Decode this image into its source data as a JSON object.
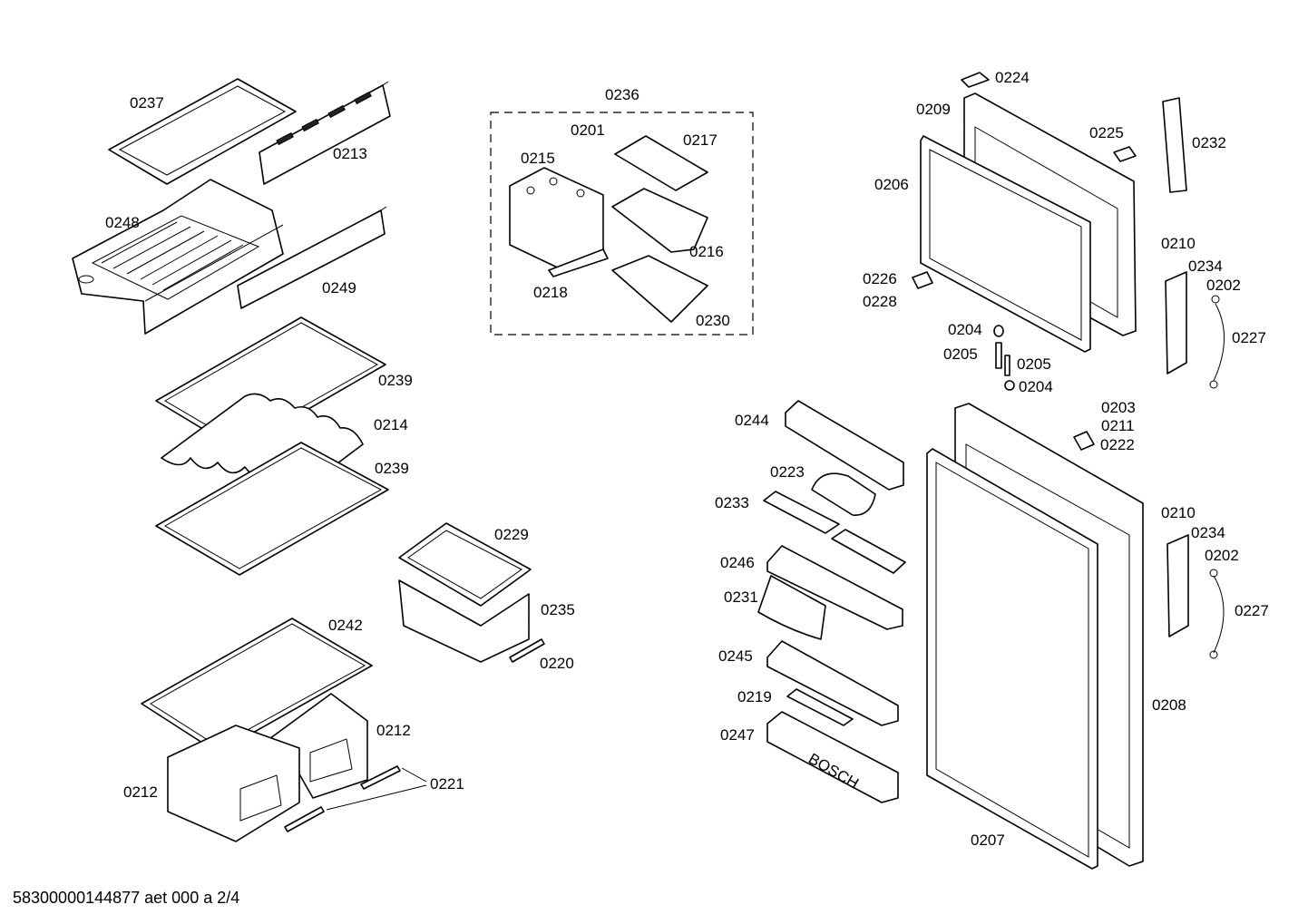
{
  "labels": {
    "p0201": "0201",
    "p0202a": "0202",
    "p0202b": "0202",
    "p0203": "0203",
    "p0204a": "0204",
    "p0204b": "0204",
    "p0205a": "0205",
    "p0205b": "0205",
    "p0206": "0206",
    "p0207": "0207",
    "p0208": "0208",
    "p0209": "0209",
    "p0210a": "0210",
    "p0210b": "0210",
    "p0211": "0211",
    "p0212a": "0212",
    "p0212b": "0212",
    "p0213": "0213",
    "p0214": "0214",
    "p0215": "0215",
    "p0216": "0216",
    "p0217": "0217",
    "p0218": "0218",
    "p0219": "0219",
    "p0220": "0220",
    "p0221": "0221",
    "p0222": "0222",
    "p0223": "0223",
    "p0224": "0224",
    "p0225": "0225",
    "p0226": "0226",
    "p0227a": "0227",
    "p0227b": "0227",
    "p0228": "0228",
    "p0229": "0229",
    "p0230": "0230",
    "p0231": "0231",
    "p0232": "0232",
    "p0233": "0233",
    "p0234a": "0234",
    "p0234b": "0234",
    "p0235": "0235",
    "p0236": "0236",
    "p0237": "0237",
    "p0239a": "0239",
    "p0239b": "0239",
    "p0242": "0242",
    "p0244": "0244",
    "p0245": "0245",
    "p0246": "0246",
    "p0247": "0247",
    "p0248": "0248",
    "p0249": "0249"
  },
  "brand_mark": "BOSCH",
  "footer": "58300000144877 aet 000 a 2/4"
}
